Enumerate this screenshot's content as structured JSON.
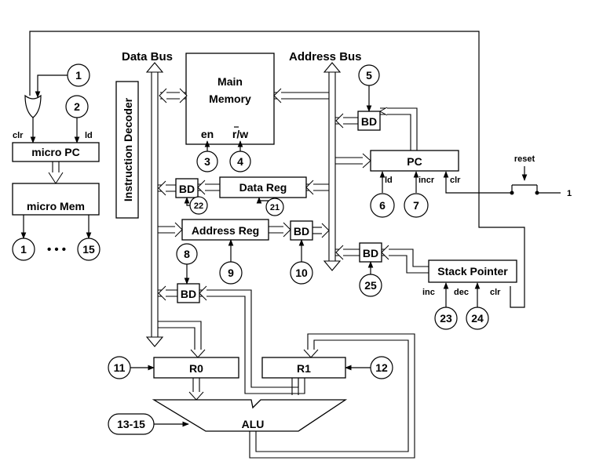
{
  "labels": {
    "data_bus": "Data Bus",
    "address_bus": "Address Bus",
    "main_memory_line1": "Main",
    "main_memory_line2": "Memory",
    "instruction_decoder": "Instruction Decoder",
    "micro_pc": "micro PC",
    "micro_mem": "micro Mem",
    "pc": "PC",
    "data_reg": "Data Reg",
    "address_reg": "Address Reg",
    "stack_pointer": "Stack Pointer",
    "r0": "R0",
    "r1": "R1",
    "alu": "ALU",
    "bd": "BD",
    "reset": "reset",
    "one": "1",
    "ellipsis": "• • •"
  },
  "pins": {
    "clr": "clr",
    "ld": "ld",
    "en": "en",
    "rw": "r/w",
    "incr": "incr",
    "inc": "inc",
    "dec": "dec"
  },
  "signals": {
    "s1": "1",
    "s2": "2",
    "s3": "3",
    "s4": "4",
    "s5": "5",
    "s6": "6",
    "s7": "7",
    "s8": "8",
    "s9": "9",
    "s10": "10",
    "s11": "11",
    "s12": "12",
    "s13_15": "13-15",
    "s15": "15",
    "s21": "21",
    "s22": "22",
    "s23": "23",
    "s24": "24",
    "s25": "25",
    "out1": "1"
  }
}
